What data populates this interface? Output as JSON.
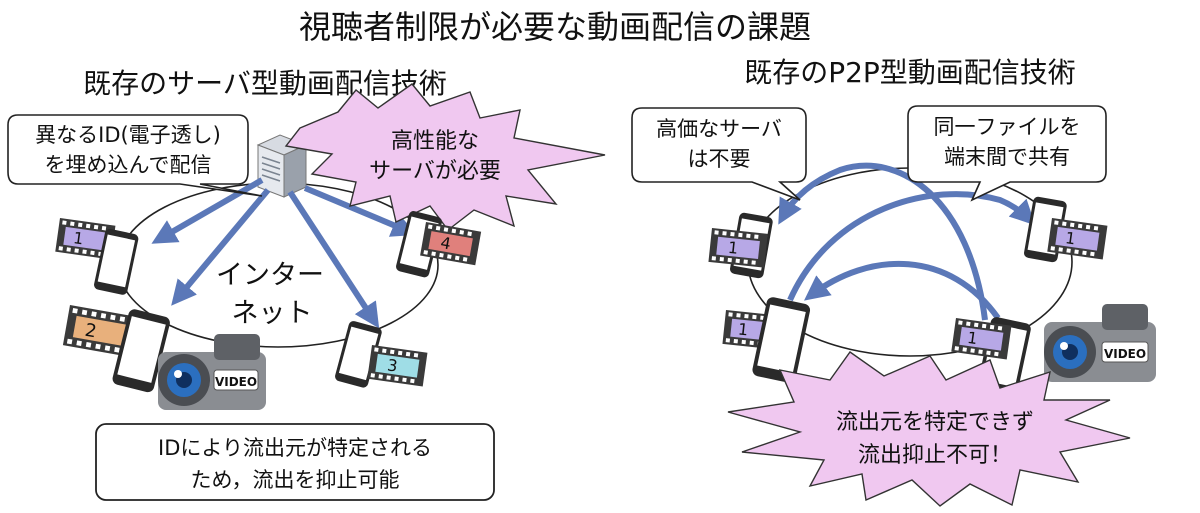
{
  "title": "視聴者制限が必要な動画配信の課題",
  "left": {
    "heading": "既存のサーバ型動画配信技術",
    "callout_watermark": [
      "異なるID(電子透し)",
      "を埋め込んで配信"
    ],
    "burst_server": [
      "高性能な",
      "サーバが必要"
    ],
    "internet_label": [
      "インター",
      "ネット"
    ],
    "frame_numbers": [
      "1",
      "2",
      "3",
      "4"
    ],
    "camera_label": "VIDEO",
    "bottom_box": [
      "IDにより流出元が特定される",
      "ため，流出を抑止可能"
    ]
  },
  "right": {
    "heading": "既存のP2P型動画配信技術",
    "callout_cheap": [
      "高価なサーバ",
      "は不要"
    ],
    "callout_share": [
      "同一ファイルを",
      "端末間で共有"
    ],
    "frame_numbers": [
      "1",
      "1",
      "1",
      "1"
    ],
    "camera_label": "VIDEO",
    "burst_leak": [
      "流出元を特定できず",
      "流出抑止不可！"
    ]
  },
  "colors": {
    "arrow": "#5b78b8",
    "burst_fill": "#f0c8f0",
    "frame1": "#b7a8e6",
    "frame2": "#e8b07c",
    "frame3": "#9fdde6",
    "frame4": "#e0807c",
    "camera": "#8a8d92"
  }
}
